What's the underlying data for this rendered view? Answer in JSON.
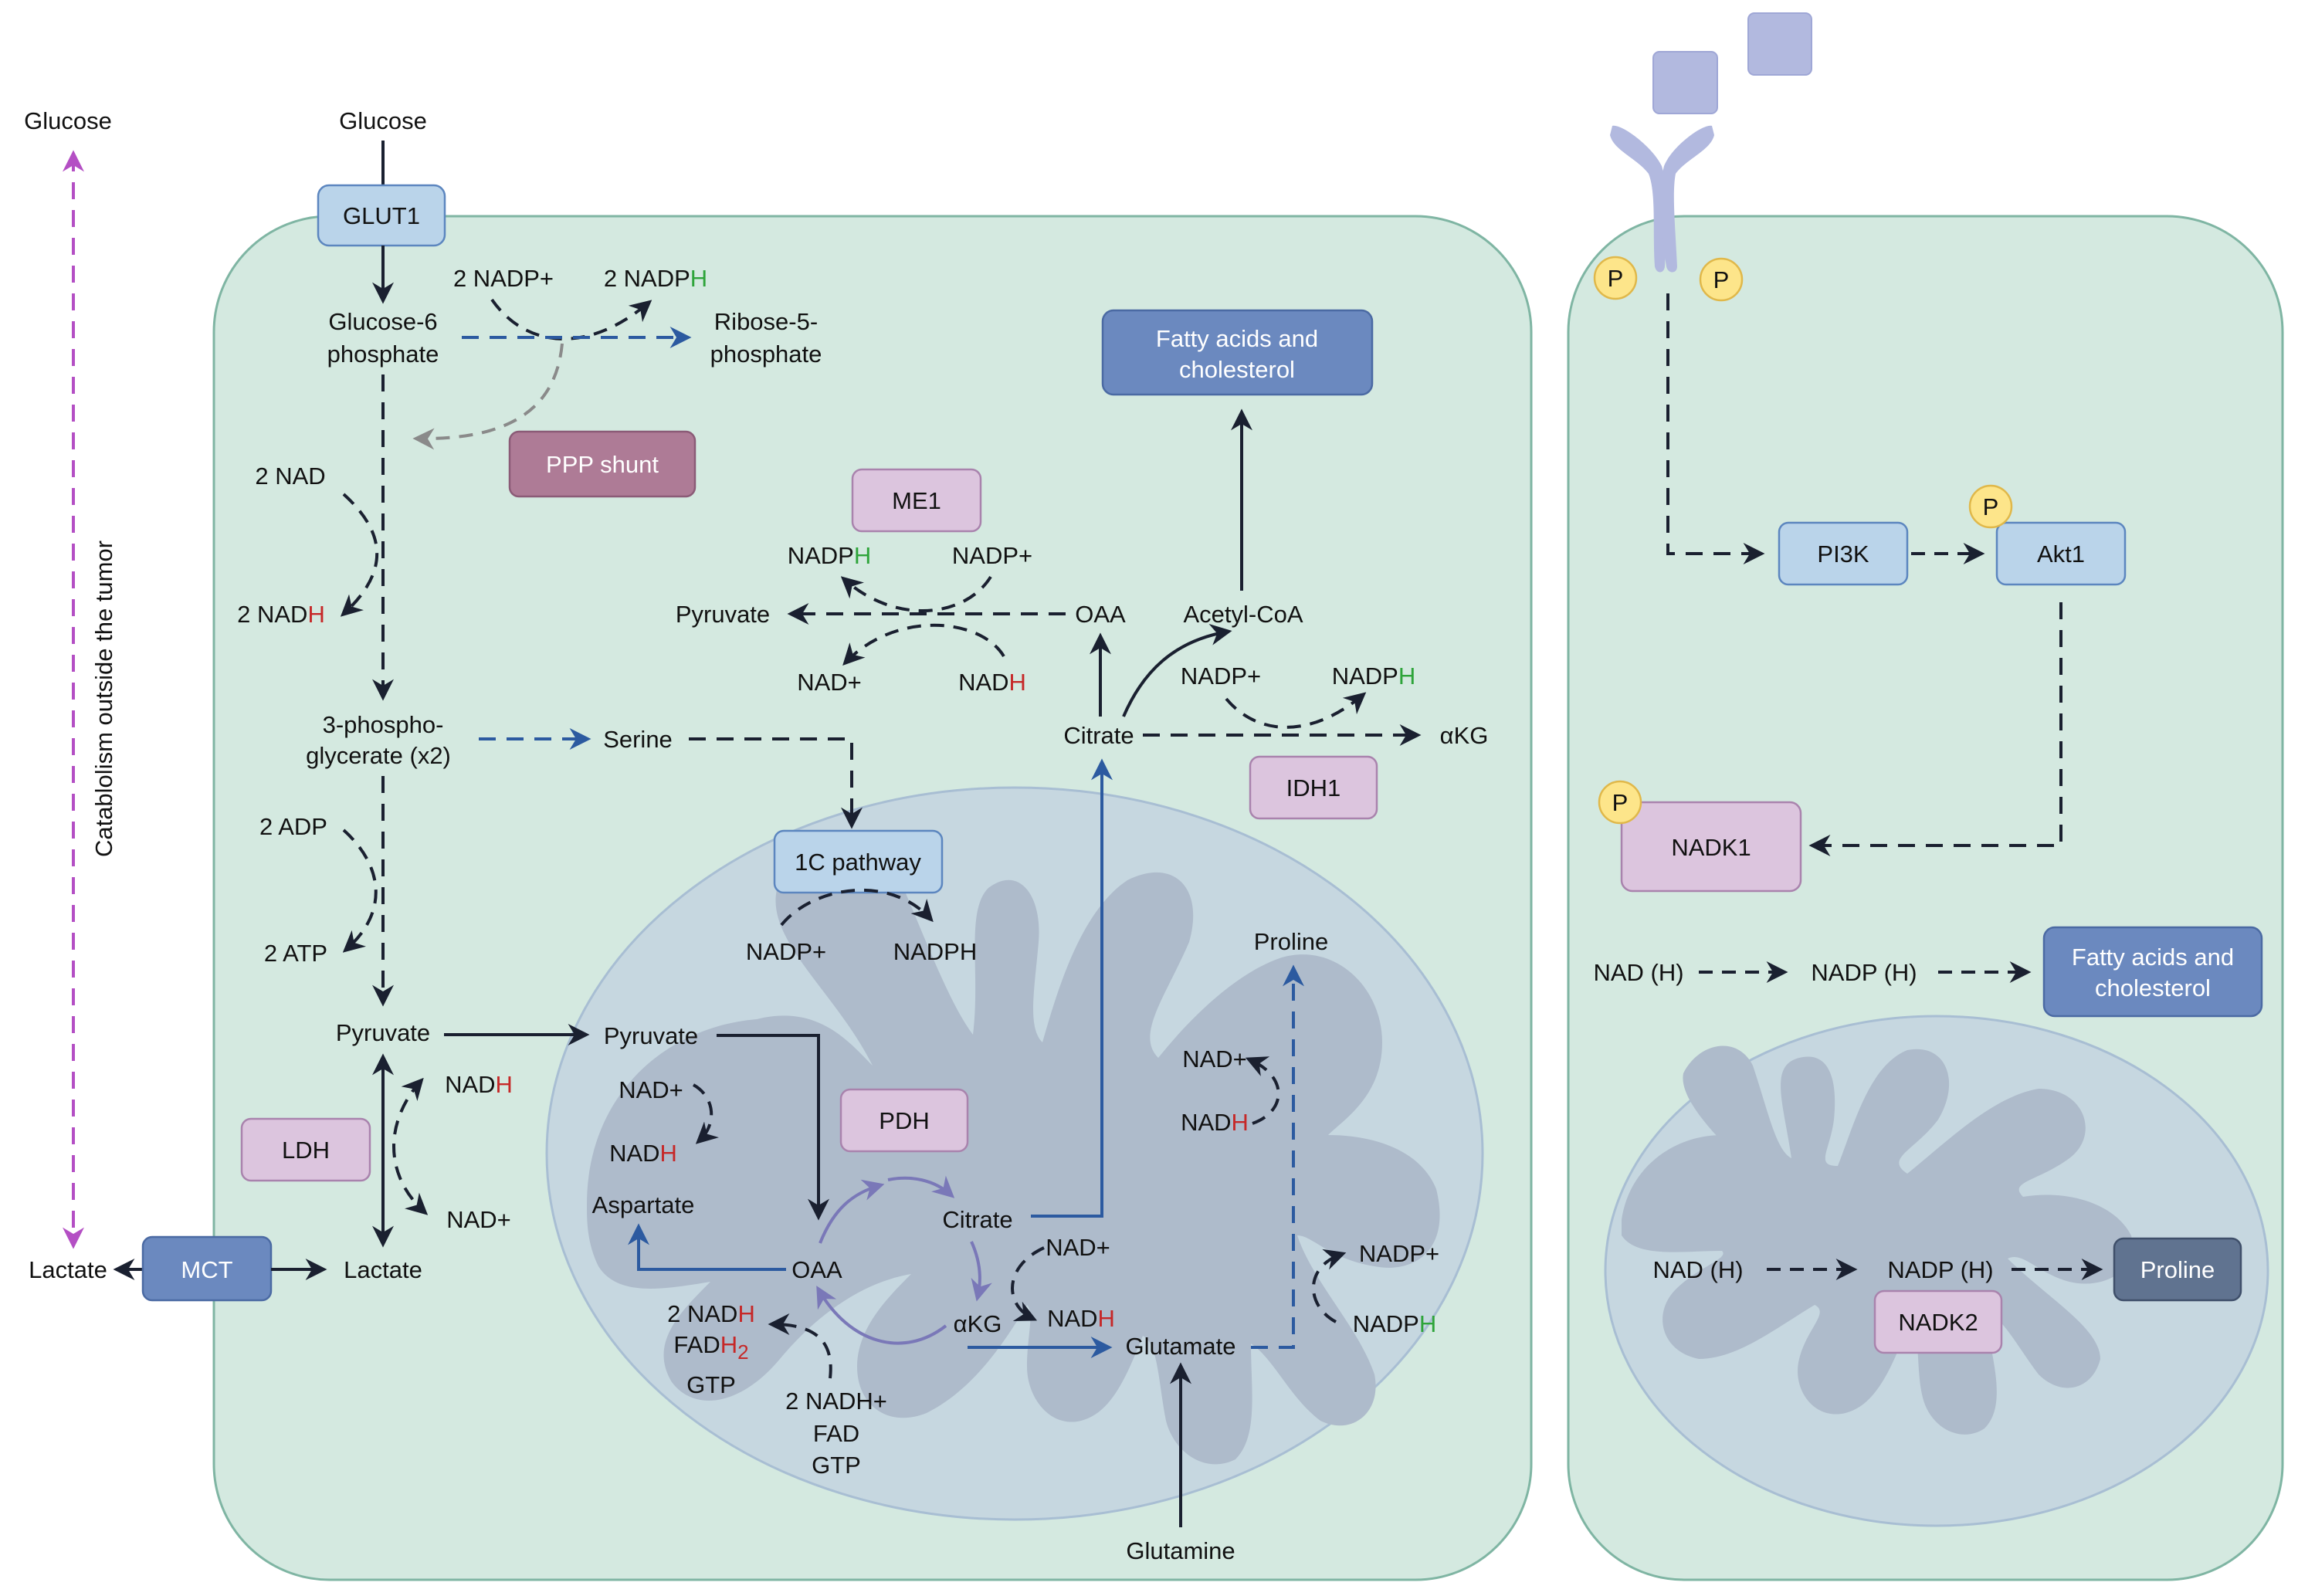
{
  "figure": {
    "title": "NAD(H)/NADP(H) metabolism in tumor cell with PI3K/Akt1 signalling",
    "colors": {
      "cell_fill": "#d4e9e0",
      "cell_stroke": "#7fb5a3",
      "mito_outer": "#c6d7e0",
      "mito_inner": "#aebbcb",
      "transporter_blue": "#bad4ea",
      "enzyme_pink": "#dcc5de",
      "ppp_mauve": "#ae7b96",
      "product_blue": "#6b89bf",
      "proline_slate": "#607390",
      "phospho_yellow": "#fde58a",
      "ligand_lavender": "#b2b9df",
      "reduced_H_red": "#c62828",
      "reduced_H_green": "#2ea43a",
      "arrow_dark": "#1a2030",
      "arrow_blue": "#2c5aa0",
      "arrow_tca": "#7a78b8",
      "arrow_gray": "#8a8a8a",
      "arrow_purple": "#b44fc4"
    }
  },
  "outside": {
    "glucose_left": "Glucose",
    "lactate_left": "Lactate",
    "catabolism_label": "Catablolism outside the tumor",
    "glucose_top": "Glucose"
  },
  "transporters": {
    "glut1": "GLUT1",
    "mct": "MCT"
  },
  "glycolysis": {
    "g6p_line1": "Glucose-6",
    "g6p_line2": "phosphate",
    "nadp_plus_2": "2 NADP+",
    "nadph_2_prefix": "2 NADP",
    "nadph_2_suffix": "H",
    "r5p_line1": "Ribose-5-",
    "r5p_line2": "phosphate",
    "ppp_shunt": "PPP shunt",
    "nad_2": "2 NAD",
    "nadh_2_prefix": "2 NAD",
    "nadh_2_suffix": "H",
    "pg3_line1": "3-phospho-",
    "pg3_line2": "glycerate  (x2)",
    "serine": "Serine",
    "adp_2": "2 ADP",
    "atp_2": "2 ATP",
    "pyruvate": "Pyruvate",
    "lactate": "Lactate",
    "ldh": "LDH",
    "ldh_nadh_prefix": "NAD",
    "ldh_nadh_suffix": "H",
    "ldh_nad_plus": "NAD+"
  },
  "cytosol": {
    "fatty_acids_line1": "Fatty acids and",
    "fatty_acids_line2": "cholesterol",
    "me1": "ME1",
    "me1_nadph_prefix": "NADP",
    "me1_nadph_suffix": "H",
    "me1_nadp_plus": "NADP+",
    "me1_pyruvate": "Pyruvate",
    "oaa": "OAA",
    "acetyl_coa": "Acetyl-CoA",
    "me1_nad_plus": "NAD+",
    "me1_nadh_prefix": "NAD",
    "me1_nadh_suffix": "H",
    "citrate": "Citrate",
    "akg": "αKG",
    "idh_nadp_plus": "NADP+",
    "idh_nadph_prefix": "NADP",
    "idh_nadph_suffix": "H",
    "idh1": "IDH1"
  },
  "mitochondrion": {
    "one_c_pathway": "1C pathway",
    "one_c_nadp_plus": "NADP+",
    "one_c_nadph": "NADPH",
    "pyruvate": "Pyruvate",
    "pdh": "PDH",
    "pdh_nad_plus": "NAD+",
    "pdh_nadh_prefix": "NAD",
    "pdh_nadh_suffix": "H",
    "aspartate": "Aspartate",
    "oaa": "OAA",
    "citrate": "Citrate",
    "tca_nad_plus": "NAD+",
    "tca_nadh_prefix": "NAD",
    "tca_nadh_suffix": "H",
    "akg": "αKG",
    "glutamate": "Glutamate",
    "glutamine": "Glutamine",
    "prod_nadh_prefix": "2 NAD",
    "prod_nadh_suffix": "H",
    "prod_fadh_prefix": "FAD",
    "prod_fadh_suffix": "H",
    "prod_fadh_sub": "2",
    "prod_gtp": "GTP",
    "sub_nadh": "2 NADH+",
    "sub_fad": "FAD",
    "sub_gtp": "GTP",
    "proline": "Proline",
    "pro_nad_plus": "NAD+",
    "pro_nadh_prefix": "NAD",
    "pro_nadh_suffix": "H",
    "pro_nadp_plus": "NADP+",
    "pro_nadph_prefix": "NADP",
    "pro_nadph_suffix": "H"
  },
  "signalling_cell": {
    "p_label": "P",
    "pi3k": "PI3K",
    "akt1": "Akt1",
    "nadk1": "NADK1",
    "nad_h": "NAD  (H)",
    "nadp_h": "NADP  (H)",
    "fatty_acids_line1": "Fatty acids and",
    "fatty_acids_line2": "cholesterol",
    "mito_nad_h": "NAD  (H)",
    "mito_nadp_h": "NADP  (H)",
    "proline": "Proline",
    "nadk2": "NADK2"
  }
}
